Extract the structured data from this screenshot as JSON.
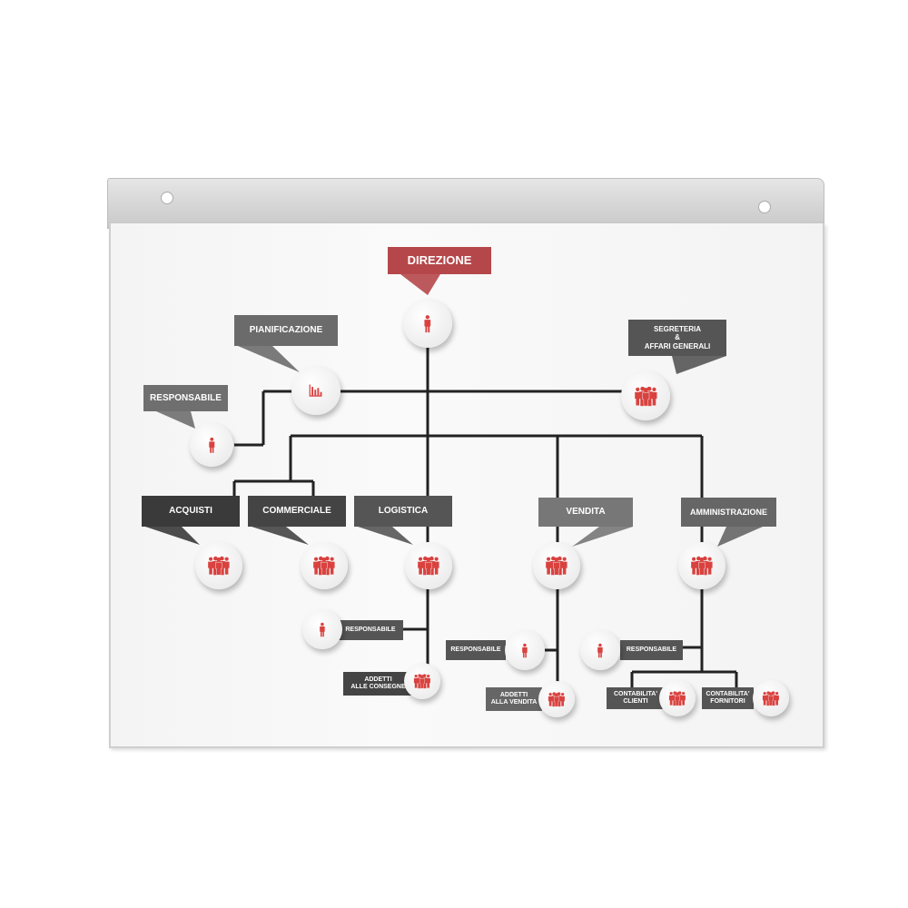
{
  "colors": {
    "accent": "#b5474a",
    "icon_red": "#d9423f",
    "line": "#222222"
  },
  "nodes": [
    {
      "id": "direzione",
      "label": "DIREZIONE",
      "icon": "person-icon"
    },
    {
      "id": "pianificazione",
      "label": "PIANIFICAZIONE",
      "icon": "bar-chart-icon"
    },
    {
      "id": "segreteria",
      "label": "SEGRETERIA\n&\nAFFARI GENERALI",
      "icon": "group-icon"
    },
    {
      "id": "responsabile-top",
      "label": "RESPONSABILE",
      "icon": "person-icon"
    },
    {
      "id": "acquisti",
      "label": "ACQUISTI",
      "icon": "group-icon"
    },
    {
      "id": "commerciale",
      "label": "COMMERCIALE",
      "icon": "group-icon"
    },
    {
      "id": "logistica",
      "label": "LOGISTICA",
      "icon": "group-icon"
    },
    {
      "id": "vendita",
      "label": "VENDITA",
      "icon": "group-icon"
    },
    {
      "id": "amministrazione",
      "label": "AMMINISTRAZIONE",
      "icon": "group-icon"
    },
    {
      "id": "logistica-responsabile",
      "label": "RESPONSABILE",
      "icon": "person-icon"
    },
    {
      "id": "addetti-consegne",
      "label": "ADDETTI\nALLE CONSEGNE",
      "icon": "group-icon"
    },
    {
      "id": "vendita-responsabile",
      "label": "RESPONSABILE",
      "icon": "person-icon"
    },
    {
      "id": "addetti-vendita",
      "label": "ADDETTI\nALLA VENDITA",
      "icon": "group-icon"
    },
    {
      "id": "amministrazione-responsabile",
      "label": "RESPONSABILE",
      "icon": "person-icon"
    },
    {
      "id": "contabilita-clienti",
      "label": "CONTABILITA'\nCLIENTI",
      "icon": "group-icon"
    },
    {
      "id": "contabilita-fornitori",
      "label": "CONTABILITA'\nFORNITORI",
      "icon": "group-icon"
    }
  ]
}
